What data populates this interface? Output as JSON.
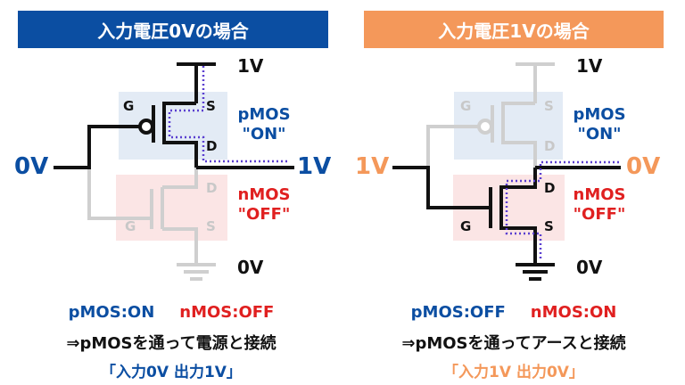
{
  "left": {
    "title": "入力電圧0Vの場合",
    "vdd_label": "1V",
    "gnd_label": "0V",
    "input_label": "0V",
    "output_label": "1V",
    "pmos_pins": {
      "g": "G",
      "s": "S",
      "d": "D"
    },
    "nmos_pins": {
      "g": "G",
      "s": "S",
      "d": "D"
    },
    "pmos_name": "pMOS",
    "pmos_state": "\"ON\"",
    "nmos_name": "nMOS",
    "nmos_state": "\"OFF\"",
    "summary_pmos": "pMOS:ON",
    "summary_nmos": "nMOS:OFF",
    "summary_line2": "⇒pMOSを通って電源と接続",
    "summary_line3": "「入力0V 出力1V」"
  },
  "right": {
    "title": "入力電圧1Vの場合",
    "vdd_label": "1V",
    "gnd_label": "0V",
    "input_label": "1V",
    "output_label": "0V",
    "pmos_pins": {
      "g": "G",
      "s": "S",
      "d": "D"
    },
    "nmos_pins": {
      "g": "G",
      "s": "S",
      "d": "D"
    },
    "pmos_name": "pMOS",
    "pmos_state": "\"ON\"",
    "nmos_name": "nMOS",
    "nmos_state": "\"OFF\"",
    "summary_pmos": "pMOS:OFF",
    "summary_nmos": "nMOS:ON",
    "summary_line2": "⇒pMOSを通ってアースと接続",
    "summary_line3": "「入力1V 出力0V」"
  },
  "colors": {
    "left_title_bg": "#0b4ea2",
    "right_title_bg": "#f4985a",
    "accent_blue": "#0b4ea2",
    "accent_red": "#e02020",
    "accent_orange": "#f4985a",
    "current_path": "#5b3fd0",
    "wire_active": "#111111",
    "wire_inactive": "#cfcfcf"
  }
}
